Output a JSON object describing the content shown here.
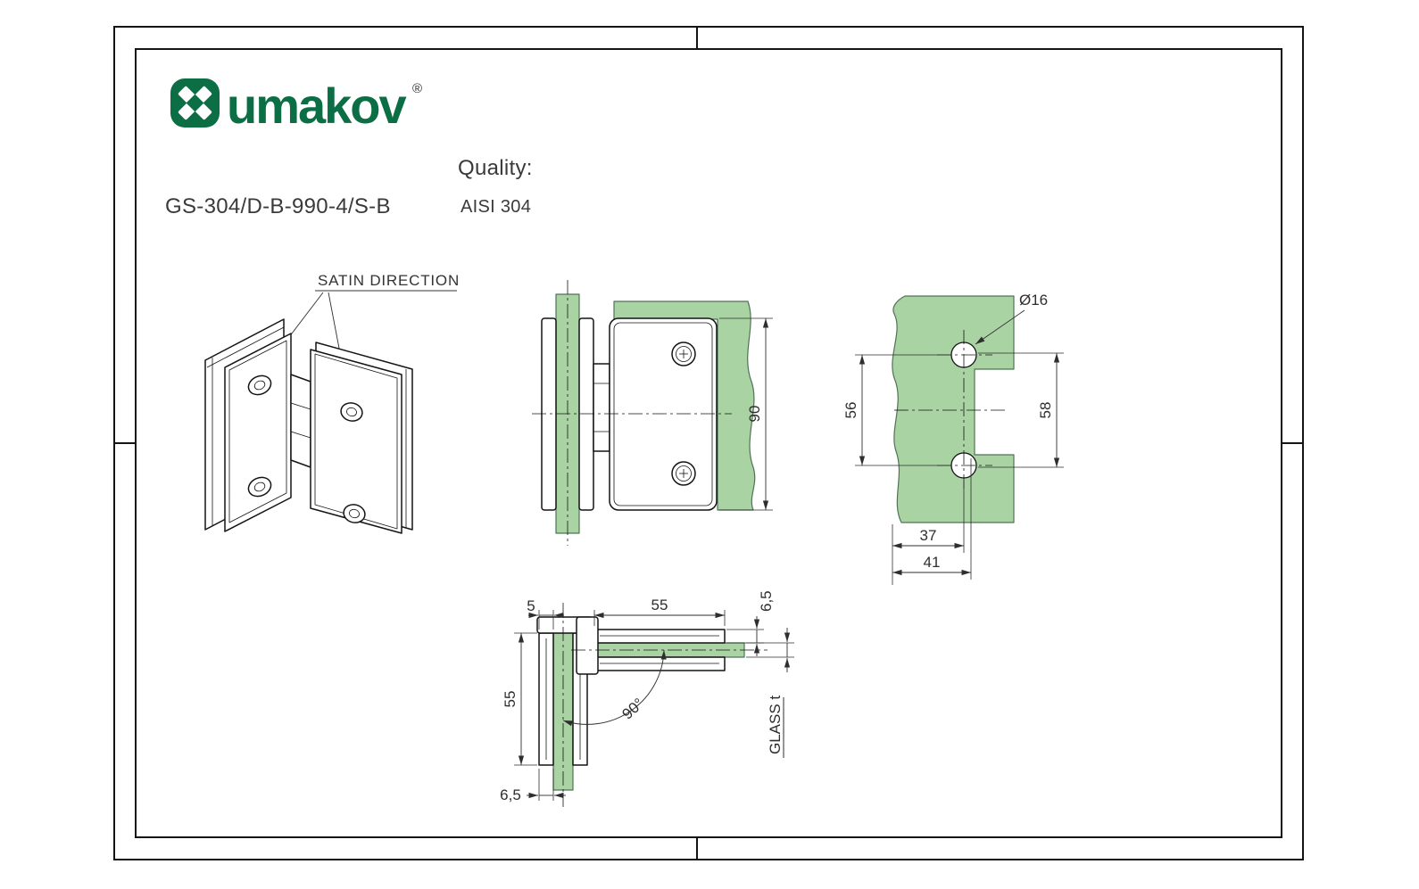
{
  "colors": {
    "brand_green": "#0c6e45",
    "ink": "#2e2e2e",
    "line": "#141414",
    "glass_fill": "#a9d3a3",
    "glass_stroke": "#4f7354"
  },
  "logo": {
    "brand": "umakov",
    "registered": "®"
  },
  "title_block": {
    "part_number": "GS-304/D-B-990-4/S-B",
    "quality_label": "Quality:",
    "quality_value": "AISI 304"
  },
  "iso_view": {
    "satin_direction_label": "SATIN DIRECTION"
  },
  "front_view": {
    "dim_height": "90"
  },
  "hole_view": {
    "dim_hole_diameter": "Ø16",
    "dim_hole_spacing": "56",
    "dim_right": "58",
    "dim_edge_to_hole": "37",
    "dim_edge_to_cutout": "41"
  },
  "top_view": {
    "dim_offset": "5",
    "dim_length": "55",
    "dim_plate_top": "6,5",
    "dim_width": "55",
    "dim_angle": "90°",
    "dim_plate_bottom": "6,5",
    "glass_thickness_label": "GLASS t"
  }
}
